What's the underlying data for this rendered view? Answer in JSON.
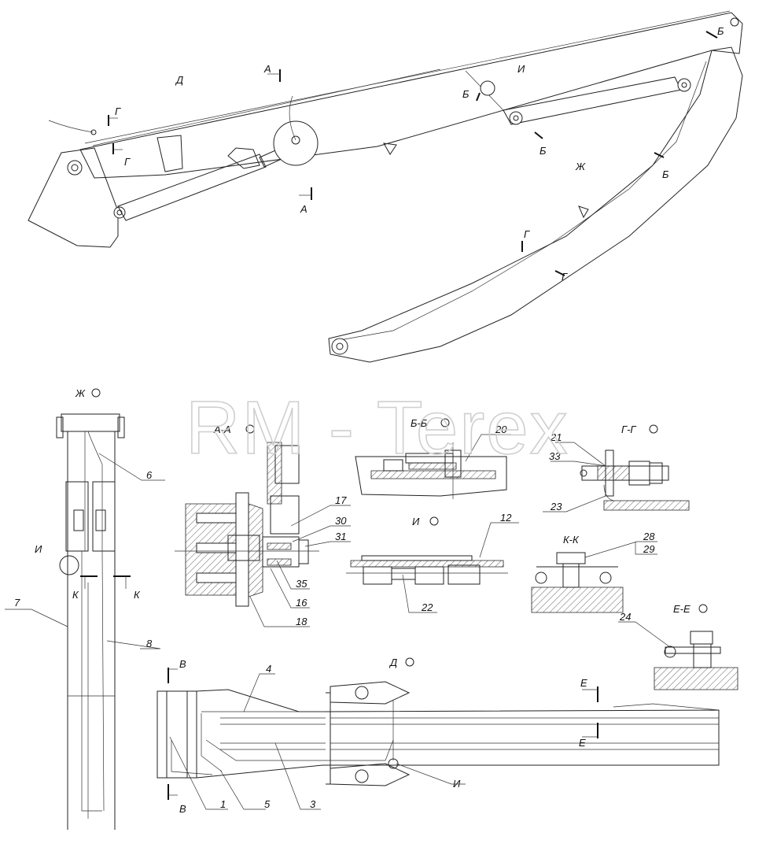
{
  "watermark": "RM - Terex",
  "section_labels": {
    "a_a": "А-А",
    "b_b": "Б-Б",
    "g_g": "Г-Г",
    "k_k": "К-К",
    "e_e": "Е-Е",
    "i_view": "И",
    "zh_view": "Ж",
    "d_view": "Д"
  },
  "top_view_marks": {
    "d": "Д",
    "a_top": "А",
    "a_bottom": "А",
    "g1": "Г",
    "g2": "Г",
    "b1": "Б",
    "b2": "Б",
    "b3": "Б",
    "i": "И",
    "zh": "Ж",
    "g3": "Г",
    "g4": "Г"
  },
  "view_marks": {
    "i_left": "И",
    "k_left": "К",
    "k_right": "К",
    "v_top": "В",
    "v_bottom": "В",
    "e_top": "Е",
    "e_bottom": "Е",
    "i_bottom": "И"
  },
  "part_numbers": {
    "p1": "1",
    "p3": "3",
    "p4": "4",
    "p5": "5",
    "p6": "6",
    "p7": "7",
    "p8": "8",
    "p12": "12",
    "p16": "16",
    "p17": "17",
    "p18": "18",
    "p20": "20",
    "p21": "21",
    "p22": "22",
    "p23": "23",
    "p24": "24",
    "p28": "28",
    "p29": "29",
    "p30": "30",
    "p31": "31",
    "p33": "33",
    "p35": "35"
  }
}
